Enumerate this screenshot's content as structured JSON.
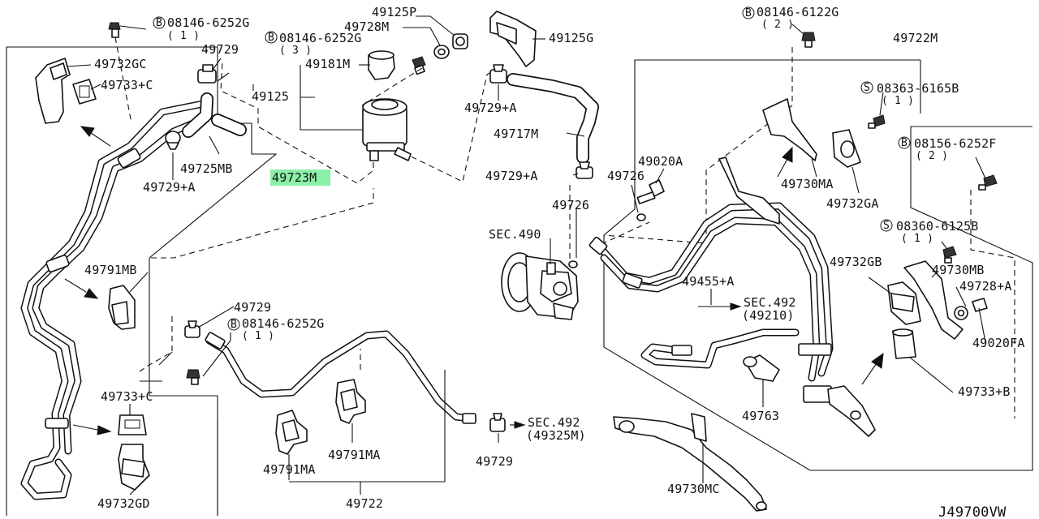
{
  "diagram_code": "J49700VW",
  "highlight_color": "#8cf0a8",
  "labels": {
    "l_49732GC": "49732GC",
    "l_49733C_top": "49733+C",
    "l_49729_top": "49729",
    "l_49725MB": "49725MB",
    "l_49729A_left": "49729+A",
    "l_49723M": "49723M",
    "l_49791MB": "49791MB",
    "l_49733C_bot": "49733+C",
    "l_49732GD": "49732GD",
    "l_08146_6252G_top": "08146-6252G",
    "l_08146_6252G_top_qty": "( 1 )",
    "l_08146_6252G_mid": "08146-6252G",
    "l_08146_6252G_mid_qty": "( 3 )",
    "l_49125P": "49125P",
    "l_49728M": "49728M",
    "l_49181M": "49181M",
    "l_49125": "49125",
    "l_49125G": "49125G",
    "l_49729A_mid": "49729+A",
    "l_49717M": "49717M",
    "l_49729A_low": "49729+A",
    "l_49726_a": "49726",
    "l_49020A": "49020A",
    "l_49726_b": "49726",
    "l_SEC490": "SEC.490",
    "l_49729_mid": "49729",
    "l_08146_6252G_low": "08146-6252G",
    "l_08146_6252G_low_qty": "( 1 )",
    "l_49791MA_a": "49791MA",
    "l_49791MA_b": "49791MA",
    "l_49722": "49722",
    "l_49729_bot": "49729",
    "l_SEC492_a": "SEC.492",
    "l_SEC492_a_sub": "(49325M)",
    "l_08146_6122G": "08146-6122G",
    "l_08146_6122G_qty": "( 2 )",
    "l_49722M": "49722M",
    "l_08363_6165B": "08363-6165B",
    "l_08363_6165B_qty": "( 1 )",
    "l_08156_6252F": "08156-6252F",
    "l_08156_6252F_qty": "( 2 )",
    "l_49730MA": "49730MA",
    "l_49732GA": "49732GA",
    "l_08360_6125B": "08360-6125B",
    "l_08360_6125B_qty": "( 1 )",
    "l_49455A": "49455+A",
    "l_SEC492_b": "SEC.492",
    "l_SEC492_b_sub": "(49210)",
    "l_49732GB": "49732GB",
    "l_49730MB": "49730MB",
    "l_49728A": "49728+A",
    "l_49020FA": "49020FA",
    "l_49733B": "49733+B",
    "l_49763": "49763",
    "l_49730MC": "49730MC"
  },
  "prefix_symbols": {
    "b": "B",
    "s": "S"
  }
}
